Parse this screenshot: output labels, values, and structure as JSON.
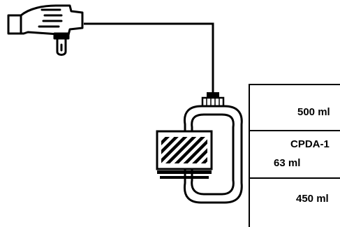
{
  "legend": {
    "items": [
      {
        "icon": "blood-bag-icon",
        "label": "500 ml"
      },
      {
        "icon": "anticoagulant-drop-icon",
        "name": "CPDA-1",
        "volume": "63 ml"
      },
      {
        "icon": "blood-sample-icon",
        "label": "450 ml"
      }
    ]
  },
  "colors": {
    "ink": "#000000",
    "background": "#ffffff"
  }
}
